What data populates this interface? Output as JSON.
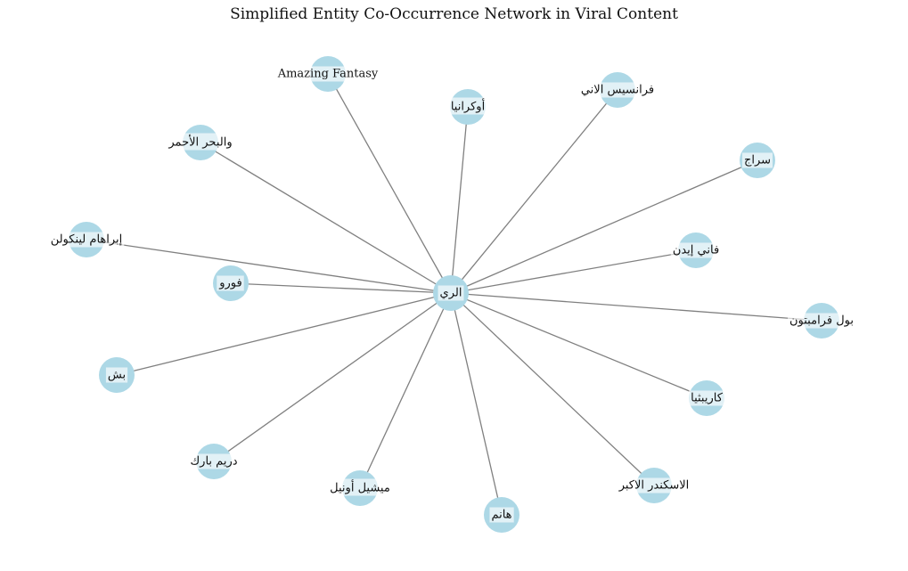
{
  "title": "Simplified Entity Co-Occurrence Network in Viral Content",
  "center": "الري",
  "nodes": [
    "Amazing Fantasy",
    "أوكرانيا",
    "فرانسيس الاني",
    "والبحر الأحمر",
    "سراج",
    "إبراهام لينكولن",
    "فاني إيدن",
    "فورو",
    "بول فرامبتون",
    "بش",
    "كاريبثيا",
    "دريم بارك",
    "ميشيل أونيل",
    "هانم",
    "الاسكندر الاكبر"
  ],
  "style": {
    "node_color": "#add8e6",
    "edge_color": "#808080",
    "label_bg": "#ffffff"
  }
}
